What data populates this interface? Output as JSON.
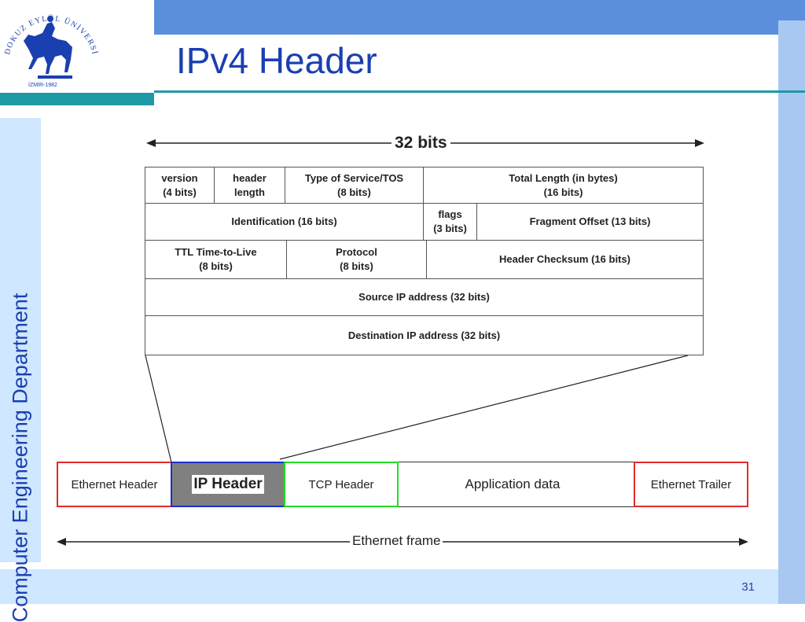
{
  "slide": {
    "title": "IPv4 Header",
    "side_text": "Computer Engineering Department",
    "page_number": "31",
    "logo": {
      "arc_text": "DOKUZ EYLÜL ÜNİVERSİTESİ",
      "year_text": "İZMİR-1982"
    }
  },
  "diagram": {
    "width_label": "32 bits",
    "header_rows": [
      [
        {
          "text": "version\n(4 bits)"
        },
        {
          "text": "header\nlength"
        },
        {
          "text": "Type of Service/TOS\n(8 bits)"
        },
        {
          "text": "Total Length (in bytes)\n(16 bits)"
        }
      ],
      [
        {
          "text": "Identification (16 bits)"
        },
        {
          "text": "flags\n(3 bits)"
        },
        {
          "text": "Fragment Offset (13 bits)"
        }
      ],
      [
        {
          "text": "TTL Time-to-Live\n(8 bits)"
        },
        {
          "text": "Protocol\n(8 bits)"
        },
        {
          "text": "Header Checksum (16 bits)"
        }
      ],
      [
        {
          "text": "Source IP address (32 bits)"
        }
      ],
      [
        {
          "text": "Destination IP address (32 bits)"
        }
      ]
    ],
    "frame": {
      "segments": [
        {
          "label": "Ethernet Header",
          "border": "#e32a2a"
        },
        {
          "label": "IP Header",
          "border": "#1c2fd0",
          "fill": "#808080"
        },
        {
          "label": "TCP Header",
          "border": "#22dd22"
        },
        {
          "label": "Application data",
          "border": "#333333"
        },
        {
          "label": "Ethernet Trailer",
          "border": "#e32a2a"
        }
      ],
      "label": "Ethernet frame"
    }
  }
}
